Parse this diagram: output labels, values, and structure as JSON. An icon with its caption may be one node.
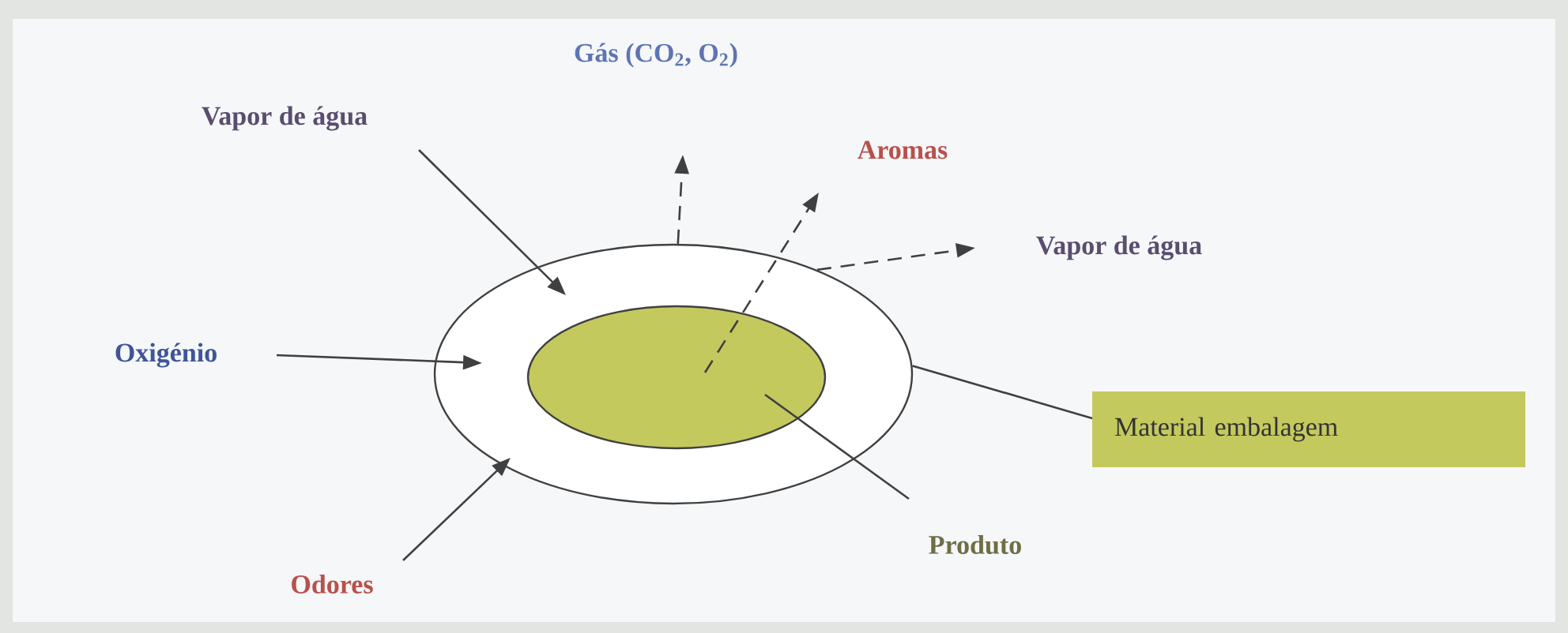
{
  "diagram": {
    "nodes": [
      {
        "text": [],
        "shape": "ellipse"
      },
      {
        "text": [],
        "shape": "ellipse",
        "in": 0
      },
      {
        "text": [
          "Vapor de água"
        ]
      },
      {
        "text": [
          "Gás (CO$_{2}$, O$_{2}$)"
        ]
      },
      {
        "text": [
          "Aromas"
        ]
      },
      {
        "text": [
          "Vapor de água"
        ]
      },
      {
        "text": [
          "Oxigénio"
        ]
      },
      {
        "text": [
          "Material embalagem"
        ]
      },
      {
        "text": [
          "Odores"
        ]
      },
      {
        "text": [
          "Produto"
        ]
      }
    ],
    "edges": [
      {
        "from": 2,
        "to": 0,
        "arrow": "to"
      },
      {
        "from": 0,
        "to": 3,
        "arrow": "to",
        "style": "dashed"
      },
      {
        "from": 1,
        "to": 4,
        "arrow": "to",
        "style": "dashed"
      },
      {
        "from": 0,
        "to": 5,
        "arrow": "to",
        "style": "dashed"
      },
      {
        "from": 6,
        "to": 0,
        "arrow": "to"
      },
      {
        "from": 8,
        "to": 0,
        "arrow": "to"
      },
      {
        "from": 7,
        "to": 0,
        "arrow": "none"
      },
      {
        "from": 9,
        "to": 1,
        "arrow": "none"
      }
    ]
  }
}
